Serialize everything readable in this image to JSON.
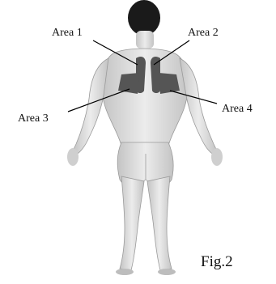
{
  "labels": {
    "area1": "Area 1",
    "area2": "Area 2",
    "area3": "Area 3",
    "area4": "Area 4"
  },
  "caption": "Fig.2",
  "colors": {
    "skin": "#dcdcdc",
    "skin_shadow": "#b8b8b8",
    "hair": "#1a1a1a",
    "muscle_area": "#555555",
    "line": "#000000"
  }
}
